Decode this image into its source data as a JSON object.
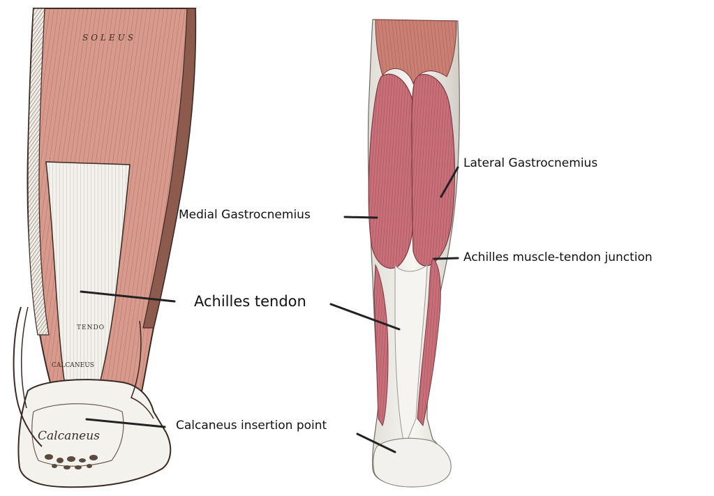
{
  "engraving_labels": {
    "soleus": "SOLEUS",
    "tendo": "TENDO",
    "calcaneus_small": "CALCANEUS",
    "calcaneus_script": "Calcaneus"
  },
  "callouts": {
    "medial_gastrocnemius": "Medial Gastrocnemius",
    "lateral_gastrocnemius": "Lateral Gastrocnemius",
    "muscle_tendon_junction": "Achilles muscle-tendon junction",
    "achilles_tendon": "Achilles tendon",
    "calcaneus_insertion": "Calcaneus insertion point"
  },
  "colors": {
    "muscle": "#d9968a",
    "muscle_dark": "#b5635a",
    "tendon": "#f2f0ec",
    "outline": "#3b2a24",
    "leader": "#222222",
    "background": "#ffffff"
  }
}
